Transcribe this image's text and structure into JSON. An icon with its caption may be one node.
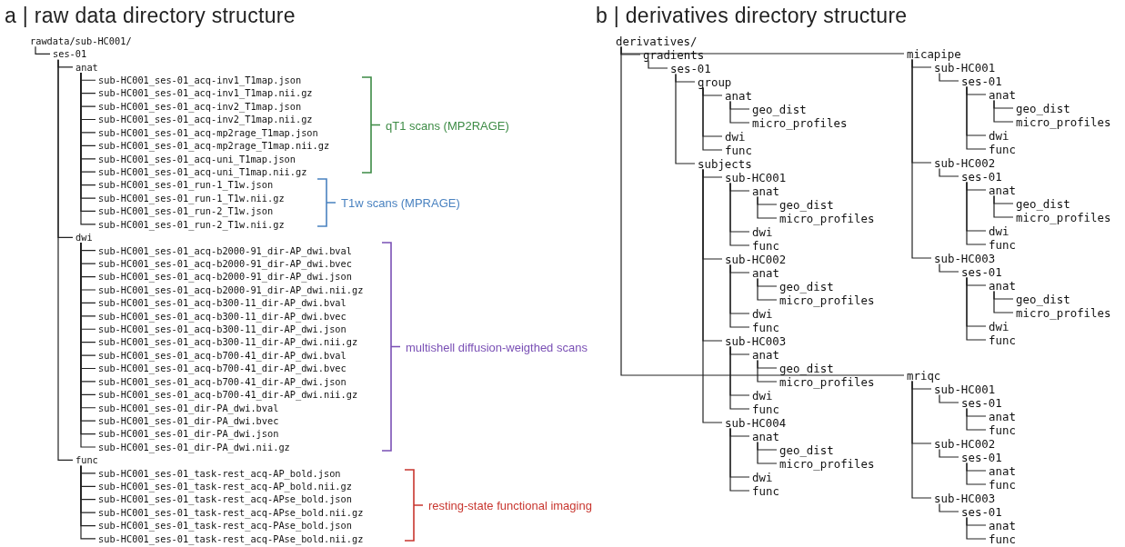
{
  "diagram": {
    "nodes": [
      {
        "text": [
          "rawdata/sub-HC001/"
        ]
      },
      {
        "text": [
          "ses-01"
        ]
      },
      {
        "text": [
          "anat"
        ]
      },
      {
        "text": [
          "sub-HC001_ses-01_acq-inv1_T1map.json"
        ]
      },
      {
        "text": [
          "sub-HC001_ses-01_acq-inv1_T1map.nii.gz"
        ]
      },
      {
        "text": [
          "sub-HC001_ses-01_acq-inv2_T1map.json"
        ]
      },
      {
        "text": [
          "sub-HC001_ses-01_acq-inv2_T1map.nii.gz"
        ]
      },
      {
        "text": [
          "sub-HC001_ses-01_acq-mp2rage_T1map.json"
        ]
      },
      {
        "text": [
          "sub-HC001_ses-01_acq-mp2rage_T1map.nii.gz"
        ]
      },
      {
        "text": [
          "sub-HC001_ses-01_acq-uni_T1map.json"
        ]
      },
      {
        "text": [
          "sub-HC001_ses-01_acq-uni_T1map.nii.gz"
        ]
      },
      {
        "text": [
          "sub-HC001_ses-01_run-1_T1w.json"
        ]
      },
      {
        "text": [
          "sub-HC001_ses-01_run-1_T1w.nii.gz"
        ]
      },
      {
        "text": [
          "sub-HC001_ses-01_run-2_T1w.json"
        ]
      },
      {
        "text": [
          "sub-HC001_ses-01_run-2_T1w.nii.gz"
        ]
      },
      {
        "text": [
          "dwi"
        ]
      },
      {
        "text": [
          "sub-HC001_ses-01_acq-b2000-91_dir-AP_dwi.bval"
        ]
      },
      {
        "text": [
          "sub-HC001_ses-01_acq-b2000-91_dir-AP_dwi.bvec"
        ]
      },
      {
        "text": [
          "sub-HC001_ses-01_acq-b2000-91_dir-AP_dwi.json"
        ]
      },
      {
        "text": [
          "sub-HC001_ses-01_acq-b2000-91_dir-AP_dwi.nii.gz"
        ]
      },
      {
        "text": [
          "sub-HC001_ses-01_acq-b300-11_dir-AP_dwi.bval"
        ]
      },
      {
        "text": [
          "sub-HC001_ses-01_acq-b300-11_dir-AP_dwi.bvec"
        ]
      },
      {
        "text": [
          "sub-HC001_ses-01_acq-b300-11_dir-AP_dwi.json"
        ]
      },
      {
        "text": [
          "sub-HC001_ses-01_acq-b300-11_dir-AP_dwi.nii.gz"
        ]
      },
      {
        "text": [
          "sub-HC001_ses-01_acq-b700-41_dir-AP_dwi.bval"
        ]
      },
      {
        "text": [
          "sub-HC001_ses-01_acq-b700-41_dir-AP_dwi.bvec"
        ]
      },
      {
        "text": [
          "sub-HC001_ses-01_acq-b700-41_dir-AP_dwi.json"
        ]
      },
      {
        "text": [
          "sub-HC001_ses-01_acq-b700-41_dir-AP_dwi.nii.gz"
        ]
      },
      {
        "text": [
          "sub-HC001_ses-01_dir-PA_dwi.bval"
        ]
      },
      {
        "text": [
          "sub-HC001_ses-01_dir-PA_dwi.bvec"
        ]
      },
      {
        "text": [
          "sub-HC001_ses-01_dir-PA_dwi.json"
        ]
      },
      {
        "text": [
          "sub-HC001_ses-01_dir-PA_dwi.nii.gz"
        ]
      },
      {
        "text": [
          "func"
        ]
      },
      {
        "text": [
          "sub-HC001_ses-01_task-rest_acq-AP_bold.json"
        ]
      },
      {
        "text": [
          "sub-HC001_ses-01_task-rest_acq-AP_bold.nii.gz"
        ]
      },
      {
        "text": [
          "sub-HC001_ses-01_task-rest_acq-APse_bold.json"
        ]
      },
      {
        "text": [
          "sub-HC001_ses-01_task-rest_acq-APse_bold.nii.gz"
        ]
      },
      {
        "text": [
          "sub-HC001_ses-01_task-rest_acq-PAse_bold.json"
        ]
      },
      {
        "text": [
          "sub-HC001_ses-01_task-rest_acq-PAse_bold.nii.gz"
        ]
      },
      {
        "text": [
          "derivatives/"
        ]
      },
      {
        "text": [
          "gradients"
        ]
      },
      {
        "text": [
          "ses-01"
        ]
      },
      {
        "text": [
          "group"
        ]
      },
      {
        "text": [
          "anat"
        ]
      },
      {
        "text": [
          "geo_dist"
        ]
      },
      {
        "text": [
          "micro_profiles"
        ]
      },
      {
        "text": [
          "dwi"
        ]
      },
      {
        "text": [
          "func"
        ]
      },
      {
        "text": [
          "subjects"
        ]
      },
      {
        "text": [
          "sub-HC001"
        ]
      },
      {
        "text": [
          "anat"
        ]
      },
      {
        "text": [
          "geo_dist"
        ]
      },
      {
        "text": [
          "micro_profiles"
        ]
      },
      {
        "text": [
          "dwi"
        ]
      },
      {
        "text": [
          "func"
        ]
      },
      {
        "text": [
          "sub-HC002"
        ]
      },
      {
        "text": [
          "anat"
        ]
      },
      {
        "text": [
          "geo_dist"
        ]
      },
      {
        "text": [
          "micro_profiles"
        ]
      },
      {
        "text": [
          "dwi"
        ]
      },
      {
        "text": [
          "func"
        ]
      },
      {
        "text": [
          "sub-HC003"
        ]
      },
      {
        "text": [
          "anat"
        ]
      },
      {
        "text": [
          "geo_dist"
        ]
      },
      {
        "text": [
          "micro_profiles"
        ]
      },
      {
        "text": [
          "dwi"
        ]
      },
      {
        "text": [
          "func"
        ]
      },
      {
        "text": [
          "sub-HC004"
        ]
      },
      {
        "text": [
          "anat"
        ]
      },
      {
        "text": [
          "geo_dist"
        ]
      },
      {
        "text": [
          "micro_profiles"
        ]
      },
      {
        "text": [
          "dwi"
        ]
      },
      {
        "text": [
          "func"
        ]
      },
      {
        "text": [
          "micapipe"
        ]
      },
      {
        "text": [
          "sub-HC001"
        ]
      },
      {
        "text": [
          "ses-01"
        ]
      },
      {
        "text": [
          "anat"
        ]
      },
      {
        "text": [
          "geo_dist"
        ]
      },
      {
        "text": [
          "micro_profiles"
        ]
      },
      {
        "text": [
          "dwi"
        ]
      },
      {
        "text": [
          "func"
        ]
      },
      {
        "text": [
          "sub-HC002"
        ]
      },
      {
        "text": [
          "ses-01"
        ]
      },
      {
        "text": [
          "anat"
        ]
      },
      {
        "text": [
          "geo_dist"
        ]
      },
      {
        "text": [
          "micro_profiles"
        ]
      },
      {
        "text": [
          "dwi"
        ]
      },
      {
        "text": [
          "func"
        ]
      },
      {
        "text": [
          "sub-HC003"
        ]
      },
      {
        "text": [
          "ses-01"
        ]
      },
      {
        "text": [
          "anat"
        ]
      },
      {
        "text": [
          "geo_dist"
        ]
      },
      {
        "text": [
          "micro_profiles"
        ]
      },
      {
        "text": [
          "dwi"
        ]
      },
      {
        "text": [
          "func"
        ]
      },
      {
        "text": [
          "mriqc"
        ]
      },
      {
        "text": [
          "sub-HC001"
        ]
      },
      {
        "text": [
          "ses-01"
        ]
      },
      {
        "text": [
          "anat"
        ]
      },
      {
        "text": [
          "func"
        ]
      },
      {
        "text": [
          "sub-HC002"
        ]
      },
      {
        "text": [
          "ses-01"
        ]
      },
      {
        "text": [
          "anat"
        ]
      },
      {
        "text": [
          "func"
        ]
      },
      {
        "text": [
          "sub-HC003"
        ]
      },
      {
        "text": [
          "ses-01"
        ]
      },
      {
        "text": [
          "anat"
        ]
      },
      {
        "text": [
          "func"
        ]
      }
    ],
    "edges": [
      {
        "from": 0,
        "to": 1,
        "arrow": "none"
      },
      {
        "from": 1,
        "to": 2,
        "arrow": "none"
      },
      {
        "from": 2,
        "to": 3,
        "arrow": "none"
      },
      {
        "from": 2,
        "to": 4,
        "arrow": "none"
      },
      {
        "from": 2,
        "to": 5,
        "arrow": "none"
      },
      {
        "from": 2,
        "to": 6,
        "arrow": "none"
      },
      {
        "from": 2,
        "to": 7,
        "arrow": "none"
      },
      {
        "from": 2,
        "to": 8,
        "arrow": "none"
      },
      {
        "from": 2,
        "to": 9,
        "arrow": "none"
      },
      {
        "from": 2,
        "to": 10,
        "arrow": "none"
      },
      {
        "from": 2,
        "to": 11,
        "arrow": "none"
      },
      {
        "from": 2,
        "to": 12,
        "arrow": "none"
      },
      {
        "from": 2,
        "to": 13,
        "arrow": "none"
      },
      {
        "from": 2,
        "to": 14,
        "arrow": "none"
      },
      {
        "from": 1,
        "to": 15,
        "arrow": "none"
      },
      {
        "from": 15,
        "to": 16,
        "arrow": "none"
      },
      {
        "from": 15,
        "to": 17,
        "arrow": "none"
      },
      {
        "from": 15,
        "to": 18,
        "arrow": "none"
      },
      {
        "from": 15,
        "to": 19,
        "arrow": "none"
      },
      {
        "from": 15,
        "to": 20,
        "arrow": "none"
      },
      {
        "from": 15,
        "to": 21,
        "arrow": "none"
      },
      {
        "from": 15,
        "to": 22,
        "arrow": "none"
      },
      {
        "from": 15,
        "to": 23,
        "arrow": "none"
      },
      {
        "from": 15,
        "to": 24,
        "arrow": "none"
      },
      {
        "from": 15,
        "to": 25,
        "arrow": "none"
      },
      {
        "from": 15,
        "to": 26,
        "arrow": "none"
      },
      {
        "from": 15,
        "to": 27,
        "arrow": "none"
      },
      {
        "from": 15,
        "to": 28,
        "arrow": "none"
      },
      {
        "from": 15,
        "to": 29,
        "arrow": "none"
      },
      {
        "from": 15,
        "to": 30,
        "arrow": "none"
      },
      {
        "from": 15,
        "to": 31,
        "arrow": "none"
      },
      {
        "from": 1,
        "to": 32,
        "arrow": "none"
      },
      {
        "from": 32,
        "to": 33,
        "arrow": "none"
      },
      {
        "from": 32,
        "to": 34,
        "arrow": "none"
      },
      {
        "from": 32,
        "to": 35,
        "arrow": "none"
      },
      {
        "from": 32,
        "to": 36,
        "arrow": "none"
      },
      {
        "from": 32,
        "to": 37,
        "arrow": "none"
      },
      {
        "from": 32,
        "to": 38,
        "arrow": "none"
      },
      {
        "from": 39,
        "to": 40,
        "arrow": "none"
      },
      {
        "from": 40,
        "to": 41,
        "arrow": "none"
      },
      {
        "from": 41,
        "to": 42,
        "arrow": "none"
      },
      {
        "from": 42,
        "to": 43,
        "arrow": "none"
      },
      {
        "from": 43,
        "to": 44,
        "arrow": "none"
      },
      {
        "from": 43,
        "to": 45,
        "arrow": "none"
      },
      {
        "from": 42,
        "to": 46,
        "arrow": "none"
      },
      {
        "from": 42,
        "to": 47,
        "arrow": "none"
      },
      {
        "from": 41,
        "to": 48,
        "arrow": "none"
      },
      {
        "from": 48,
        "to": 49,
        "arrow": "none"
      },
      {
        "from": 49,
        "to": 50,
        "arrow": "none"
      },
      {
        "from": 50,
        "to": 51,
        "arrow": "none"
      },
      {
        "from": 50,
        "to": 52,
        "arrow": "none"
      },
      {
        "from": 49,
        "to": 53,
        "arrow": "none"
      },
      {
        "from": 49,
        "to": 54,
        "arrow": "none"
      },
      {
        "from": 48,
        "to": 55,
        "arrow": "none"
      },
      {
        "from": 55,
        "to": 56,
        "arrow": "none"
      },
      {
        "from": 56,
        "to": 57,
        "arrow": "none"
      },
      {
        "from": 56,
        "to": 58,
        "arrow": "none"
      },
      {
        "from": 55,
        "to": 59,
        "arrow": "none"
      },
      {
        "from": 55,
        "to": 60,
        "arrow": "none"
      },
      {
        "from": 48,
        "to": 61,
        "arrow": "none"
      },
      {
        "from": 61,
        "to": 62,
        "arrow": "none"
      },
      {
        "from": 62,
        "to": 63,
        "arrow": "none"
      },
      {
        "from": 62,
        "to": 64,
        "arrow": "none"
      },
      {
        "from": 61,
        "to": 65,
        "arrow": "none"
      },
      {
        "from": 61,
        "to": 66,
        "arrow": "none"
      },
      {
        "from": 48,
        "to": 67,
        "arrow": "none"
      },
      {
        "from": 67,
        "to": 68,
        "arrow": "none"
      },
      {
        "from": 68,
        "to": 69,
        "arrow": "none"
      },
      {
        "from": 68,
        "to": 70,
        "arrow": "none"
      },
      {
        "from": 67,
        "to": 71,
        "arrow": "none"
      },
      {
        "from": 67,
        "to": 72,
        "arrow": "none"
      },
      {
        "from": 39,
        "to": 73,
        "arrow": "none"
      },
      {
        "from": 73,
        "to": 74,
        "arrow": "none"
      },
      {
        "from": 74,
        "to": 75,
        "arrow": "none"
      },
      {
        "from": 75,
        "to": 76,
        "arrow": "none"
      },
      {
        "from": 76,
        "to": 77,
        "arrow": "none"
      },
      {
        "from": 76,
        "to": 78,
        "arrow": "none"
      },
      {
        "from": 75,
        "to": 79,
        "arrow": "none"
      },
      {
        "from": 75,
        "to": 80,
        "arrow": "none"
      },
      {
        "from": 73,
        "to": 81,
        "arrow": "none"
      },
      {
        "from": 81,
        "to": 82,
        "arrow": "none"
      },
      {
        "from": 82,
        "to": 83,
        "arrow": "none"
      },
      {
        "from": 83,
        "to": 84,
        "arrow": "none"
      },
      {
        "from": 83,
        "to": 85,
        "arrow": "none"
      },
      {
        "from": 82,
        "to": 86,
        "arrow": "none"
      },
      {
        "from": 82,
        "to": 87,
        "arrow": "none"
      },
      {
        "from": 73,
        "to": 88,
        "arrow": "none"
      },
      {
        "from": 88,
        "to": 89,
        "arrow": "none"
      },
      {
        "from": 89,
        "to": 90,
        "arrow": "none"
      },
      {
        "from": 90,
        "to": 91,
        "arrow": "none"
      },
      {
        "from": 90,
        "to": 92,
        "arrow": "none"
      },
      {
        "from": 89,
        "to": 93,
        "arrow": "none"
      },
      {
        "from": 89,
        "to": 94,
        "arrow": "none"
      },
      {
        "from": 39,
        "to": 95,
        "arrow": "none"
      },
      {
        "from": 95,
        "to": 96,
        "arrow": "none"
      },
      {
        "from": 96,
        "to": 97,
        "arrow": "none"
      },
      {
        "from": 97,
        "to": 98,
        "arrow": "none"
      },
      {
        "from": 97,
        "to": 99,
        "arrow": "none"
      },
      {
        "from": 95,
        "to": 100,
        "arrow": "none"
      },
      {
        "from": 100,
        "to": 101,
        "arrow": "none"
      },
      {
        "from": 101,
        "to": 102,
        "arrow": "none"
      },
      {
        "from": 101,
        "to": 103,
        "arrow": "none"
      },
      {
        "from": 95,
        "to": 104,
        "arrow": "none"
      },
      {
        "from": 104,
        "to": 105,
        "arrow": "none"
      },
      {
        "from": 105,
        "to": 106,
        "arrow": "none"
      },
      {
        "from": 105,
        "to": 107,
        "arrow": "none"
      }
    ],
    "labels": [
      "a | raw data directory structure",
      "b | derivatives directory structure",
      "qT1 scans (MP2RAGE)",
      "T1w scans (MPRAGE)",
      "multishell diffusion-weigthed scans",
      "resting-state functional imaging"
    ]
  }
}
